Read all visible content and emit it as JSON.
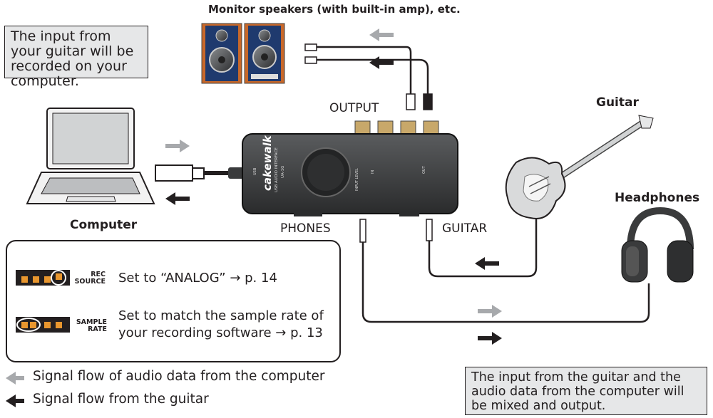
{
  "labels": {
    "monitor": "Monitor speakers (with built-in amp), etc.",
    "output": "OUTPUT",
    "guitar_title": "Guitar",
    "headphones": "Headphones",
    "computer": "Computer",
    "phones": "PHONES",
    "guitar_jack": "GUITAR"
  },
  "notes": {
    "top_left": "The input from your guitar will be recorded on your computer.",
    "bottom_right": "The input from the guitar and the audio data from the computer will be mixed and output."
  },
  "device": {
    "brand": "cakewalk",
    "sub": "USB AUDIO INTERFACE",
    "model": "UA-1G",
    "input_level": "INPUT LEVEL",
    "usb": "USB",
    "in": "IN",
    "out": "OUT"
  },
  "switches": [
    {
      "name": "REC SOURCE",
      "name_l1": "REC",
      "name_l2": "SOURCE",
      "text": "Set to “ANALOG” → p. 14"
    },
    {
      "name": "SAMPLE RATE",
      "name_l1": "SAMPLE",
      "name_l2": "RATE",
      "text_l1": "Set to match the sample rate of",
      "text_l2": "your recording software → p. 13"
    }
  ],
  "legend": [
    {
      "text": "Signal flow of audio data from the computer",
      "color": "#a7a9ac"
    },
    {
      "text": "Signal flow from the guitar",
      "color": "#231f20"
    }
  ],
  "colors": {
    "gray_arrow": "#a7a9ac",
    "black_arrow": "#231f20",
    "note_bg": "#e6e7e8",
    "jack_gold": "#c8a86a",
    "switch_orange": "#e8962e"
  }
}
